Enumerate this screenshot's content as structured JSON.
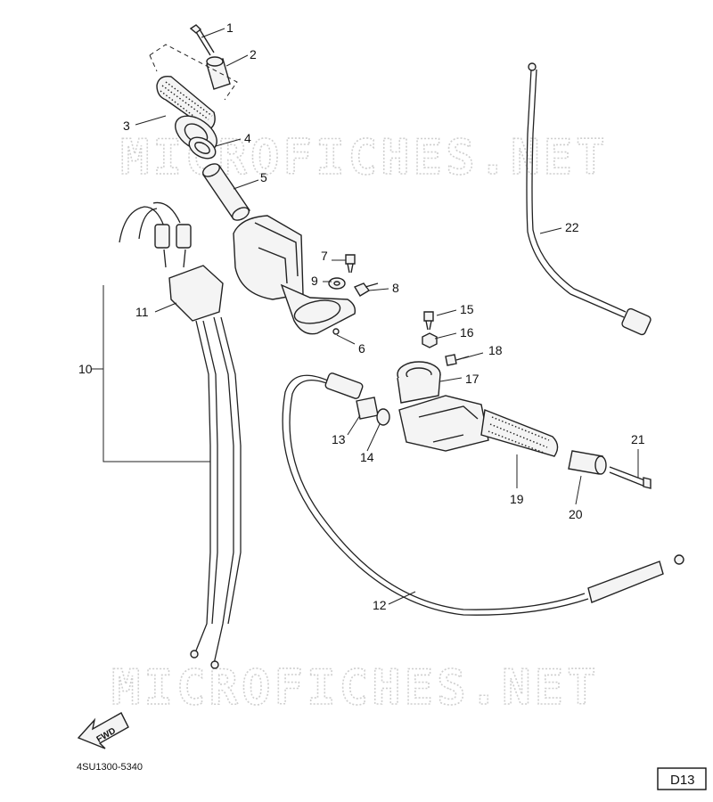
{
  "watermark": "MICROFICHES.NET",
  "diagram_code": "4SU1300-5340",
  "page_ref": "D13",
  "fwd_label": "FWD",
  "callouts": [
    {
      "id": "c1",
      "text": "1"
    },
    {
      "id": "c2",
      "text": "2"
    },
    {
      "id": "c3",
      "text": "3"
    },
    {
      "id": "c4",
      "text": "4"
    },
    {
      "id": "c5",
      "text": "5"
    },
    {
      "id": "c6",
      "text": "6"
    },
    {
      "id": "c7",
      "text": "7"
    },
    {
      "id": "c8",
      "text": "8"
    },
    {
      "id": "c9",
      "text": "9"
    },
    {
      "id": "c10",
      "text": "10"
    },
    {
      "id": "c11",
      "text": "11"
    },
    {
      "id": "c12",
      "text": "12"
    },
    {
      "id": "c13",
      "text": "13"
    },
    {
      "id": "c14",
      "text": "14"
    },
    {
      "id": "c15",
      "text": "15"
    },
    {
      "id": "c16",
      "text": "16"
    },
    {
      "id": "c17",
      "text": "17"
    },
    {
      "id": "c18",
      "text": "18"
    },
    {
      "id": "c19",
      "text": "19"
    },
    {
      "id": "c20",
      "text": "20"
    },
    {
      "id": "c21",
      "text": "21"
    },
    {
      "id": "c22",
      "text": "22"
    }
  ]
}
